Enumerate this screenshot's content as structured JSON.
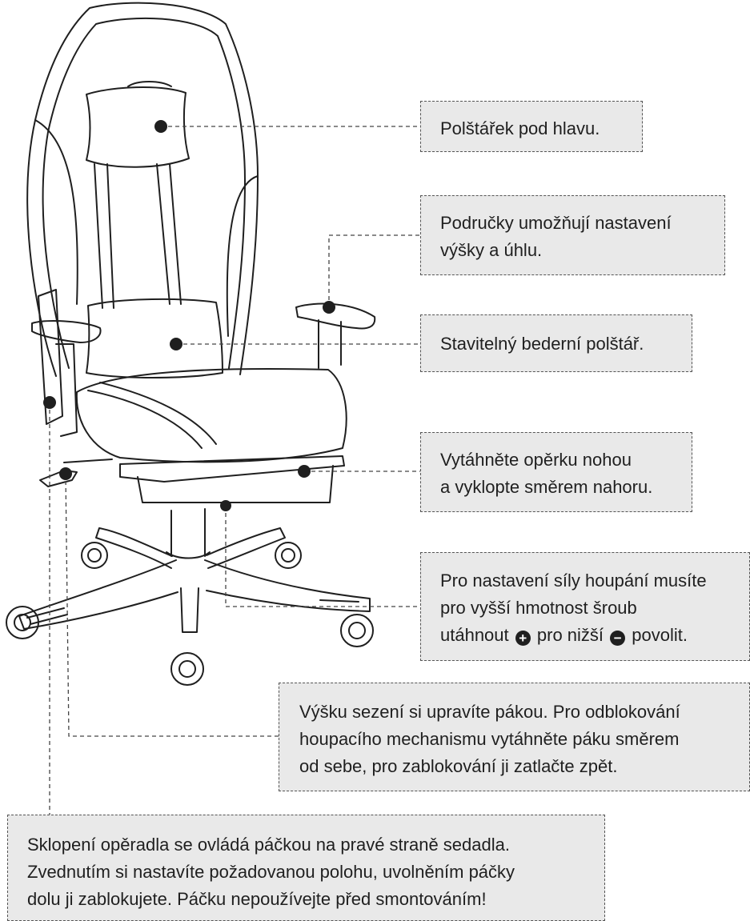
{
  "callouts": [
    {
      "id": "headrest",
      "lines": [
        "Polštářek pod hlavu."
      ]
    },
    {
      "id": "armrests",
      "lines": [
        "Područky umožňují nastavení",
        "výšky a úhlu."
      ]
    },
    {
      "id": "lumbar",
      "lines": [
        "Stavitelný bederní polštář."
      ]
    },
    {
      "id": "footrest",
      "lines": [
        "Vytáhněte opěrku nohou",
        "a vyklopte směrem nahoru."
      ]
    },
    {
      "id": "rocking",
      "lines": [
        "Pro nastavení síly houpání musíte",
        "pro vyšší hmotnost šroub"
      ],
      "line3_a": "utáhnout",
      "line3_b": "pro nižší",
      "line3_c": "povolit.",
      "plus_glyph": "+",
      "minus_glyph": "−"
    },
    {
      "id": "height-lever",
      "lines": [
        "Výšku sezení si upravíte pákou. Pro odblokování",
        "houpacího mechanismu vytáhněte páku směrem",
        "od sebe, pro zablokování ji zatlačte zpět."
      ]
    },
    {
      "id": "recline",
      "lines": [
        "Sklopení opěradla se ovládá páčkou na pravé straně sedadla.",
        "Zvednutím si nastavíte požadovanou polohu, uvolněním páčky",
        "dolu ji zablokujete. Páčku nepoužívejte před smontováním!"
      ]
    }
  ],
  "colors": {
    "box_fill": "#e9e9e9",
    "line": "#1f1f1f",
    "dash": "#555555"
  }
}
